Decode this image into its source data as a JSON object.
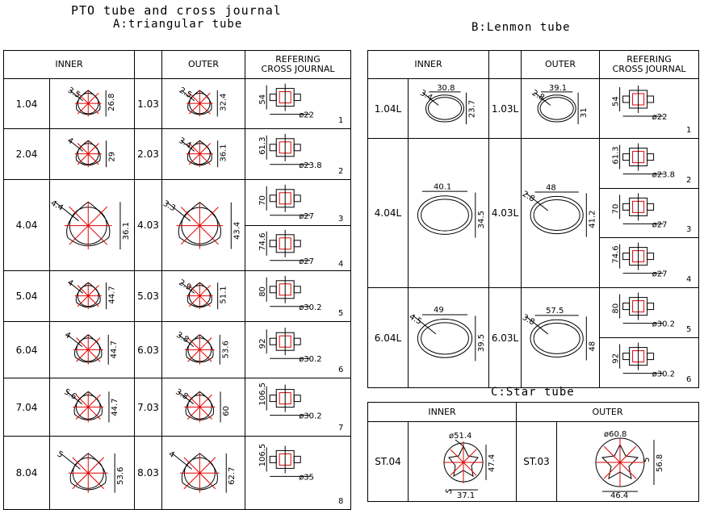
{
  "titles": {
    "main": "PTO tube and cross journal",
    "a": "A:triangular tube",
    "b": "B:Lenmon tube",
    "c": "C:Star tube"
  },
  "headers": {
    "inner": "INNER",
    "outer": "OUTER",
    "ref1": "REFERING",
    "ref2": "CROSS JOURNAL"
  },
  "section_a": {
    "rows": [
      {
        "inner": "1.04",
        "inner_t": "3.5",
        "inner_h": "26.8",
        "outer": "1.03",
        "outer_t": "2.5",
        "outer_h": "32.4",
        "journal_h": "54",
        "journal_d": "ø22",
        "journal_no": "1"
      },
      {
        "inner": "2.04",
        "inner_t": "4",
        "inner_h": "29",
        "outer": "2.03",
        "outer_t": "3.4",
        "outer_h": "36.1",
        "journal_h": "61.3",
        "journal_d": "ø23.8",
        "journal_no": "2"
      },
      {
        "inner": "4.04",
        "inner_t": "4.4",
        "inner_h": "36.1",
        "outer": "4.03",
        "outer_t": "3.3",
        "outer_h": "43.4",
        "journal_h": "70",
        "journal_d": "ø27",
        "journal_no": "3",
        "journal2_h": "74.6",
        "journal2_d": "ø27",
        "journal2_no": "4"
      },
      {
        "inner": "5.04",
        "inner_t": "4",
        "inner_h": "44.7",
        "outer": "5.03",
        "outer_t": "2.9",
        "outer_h": "51.1",
        "journal_h": "80",
        "journal_d": "ø30.2",
        "journal_no": "5"
      },
      {
        "inner": "6.04",
        "inner_t": "4",
        "inner_h": "44.7",
        "outer": "6.03",
        "outer_t": "3.8",
        "outer_h": "53.6",
        "journal_h": "92",
        "journal_d": "ø30.2",
        "journal_no": "6"
      },
      {
        "inner": "7.04",
        "inner_t": "5.6",
        "inner_h": "44.7",
        "outer": "7.03",
        "outer_t": "3.8",
        "outer_h": "60",
        "journal_h": "106.5",
        "journal_d": "ø30.2",
        "journal_no": "7"
      },
      {
        "inner": "8.04",
        "inner_t": "5",
        "inner_h": "53.6",
        "outer": "8.03",
        "outer_t": "4",
        "outer_h": "62.7",
        "journal_h": "106.5",
        "journal_d": "ø35",
        "journal_no": "8"
      }
    ]
  },
  "section_b": {
    "rows": [
      {
        "inner": "1.04L",
        "inner_w": "30.8",
        "inner_t": "3.4",
        "inner_h": "23.7",
        "outer": "1.03L",
        "outer_w": "39.1",
        "outer_t": "2.8",
        "outer_h": "31"
      },
      {
        "inner": "4.04L",
        "inner_w": "40.1",
        "inner_h": "34.5",
        "outer": "4.03L",
        "outer_w": "48",
        "outer_t": "2.8",
        "outer_h": "41.2"
      },
      {
        "inner": "6.04L",
        "inner_w": "49",
        "inner_t": "4.5",
        "inner_h": "39.5",
        "outer": "6.03L",
        "outer_w": "57.5",
        "outer_t": "3.8",
        "outer_h": "48"
      }
    ],
    "journals": [
      {
        "h": "54",
        "d": "ø22",
        "no": "1"
      },
      {
        "h": "61.3",
        "d": "ø23.8",
        "no": "2"
      },
      {
        "h": "70",
        "d": "ø27",
        "no": "3"
      },
      {
        "h": "74.6",
        "d": "ø27",
        "no": "4"
      },
      {
        "h": "80",
        "d": "ø30.2",
        "no": "5"
      },
      {
        "h": "92",
        "d": "ø30.2",
        "no": "6"
      }
    ]
  },
  "section_c": {
    "inner": "ST.04",
    "inner_d": "ø51.4",
    "inner_h": "47.4",
    "inner_w": "37.1",
    "inner_t": "5",
    "outer": "ST.03",
    "outer_d": "ø60.8",
    "outer_h": "56.8",
    "outer_w": "46.4",
    "outer_t": "5"
  }
}
